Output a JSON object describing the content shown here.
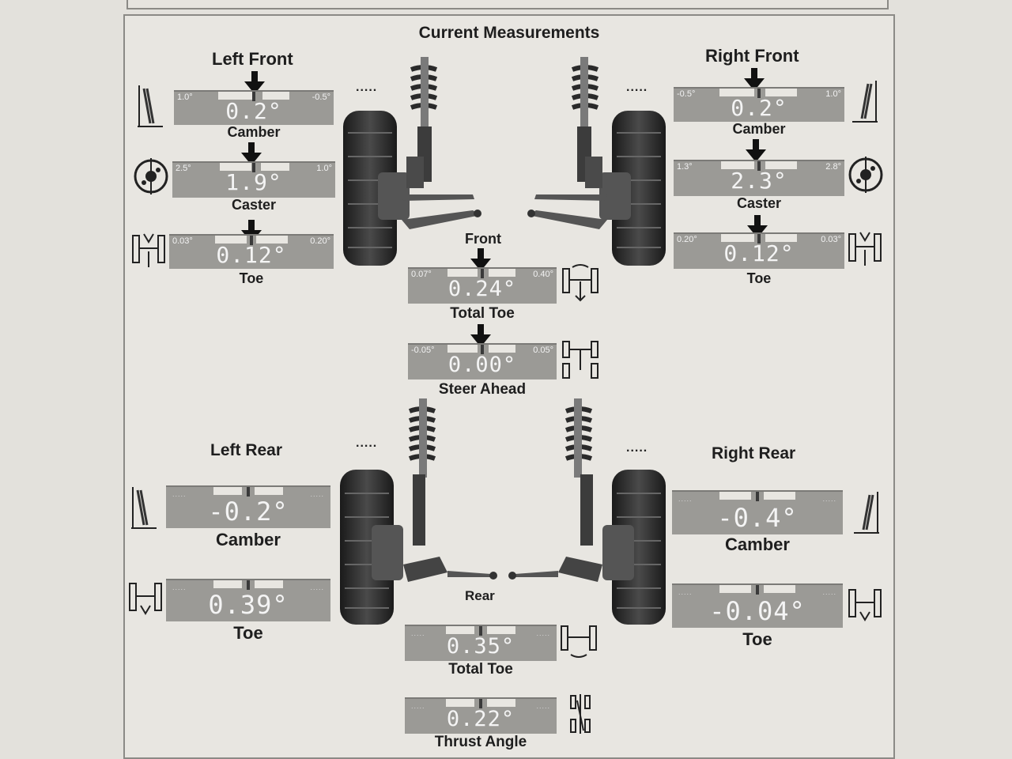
{
  "title": "Current Measurements",
  "corners": {
    "left_front": "Left Front",
    "right_front": "Right Front",
    "left_rear": "Left Rear",
    "right_rear": "Right Rear"
  },
  "front": {
    "label": "Front",
    "left_camber": {
      "min": "1.0°",
      "max": "-0.5°",
      "value": "0.2°",
      "label": "Camber"
    },
    "left_caster": {
      "min": "2.5°",
      "max": "1.0°",
      "value": "1.9°",
      "label": "Caster"
    },
    "left_toe": {
      "min": "0.03°",
      "max": "0.20°",
      "value": "0.12°",
      "label": "Toe"
    },
    "right_camber": {
      "min": "-0.5°",
      "max": "1.0°",
      "value": "0.2°",
      "label": "Camber"
    },
    "right_caster": {
      "min": "1.3°",
      "max": "2.8°",
      "value": "2.3°",
      "label": "Caster"
    },
    "right_toe": {
      "min": "0.20°",
      "max": "0.03°",
      "value": "0.12°",
      "label": "Toe"
    },
    "total_toe": {
      "min": "0.07°",
      "max": "0.40°",
      "value": "0.24°",
      "label": "Total Toe"
    },
    "steer_ahead": {
      "min": "-0.05°",
      "max": "0.05°",
      "value": "0.00°",
      "label": "Steer Ahead"
    }
  },
  "rear": {
    "label": "Rear",
    "left_camber": {
      "value": "-0.2°",
      "label": "Camber"
    },
    "left_toe": {
      "value": "0.39°",
      "label": "Toe"
    },
    "right_camber": {
      "value": "-0.4°",
      "label": "Camber"
    },
    "right_toe": {
      "value": "-0.04°",
      "label": "Toe"
    },
    "total_toe": {
      "value": "0.35°",
      "label": "Total Toe"
    },
    "thrust_angle": {
      "value": "0.22°",
      "label": "Thrust Angle"
    }
  },
  "dotted": "....."
}
